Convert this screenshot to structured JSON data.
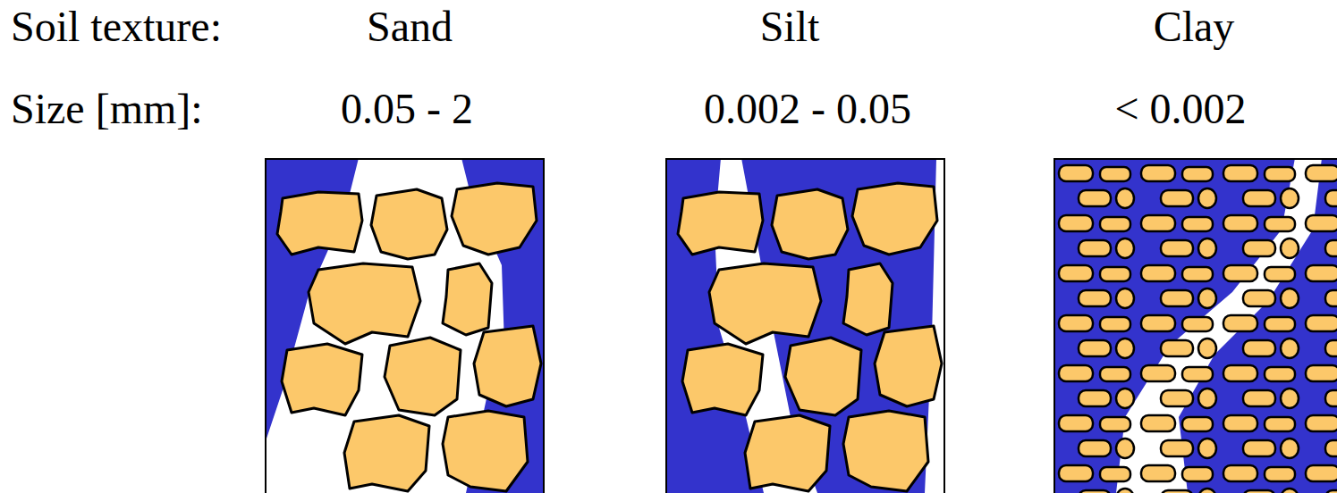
{
  "diagram": {
    "labels": [
      "Soil texture:",
      "Sand",
      "Silt",
      "Clay",
      "Size [mm]:",
      "0.05 - 2",
      "0.002 - 0.05",
      "< 0.002"
    ]
  }
}
